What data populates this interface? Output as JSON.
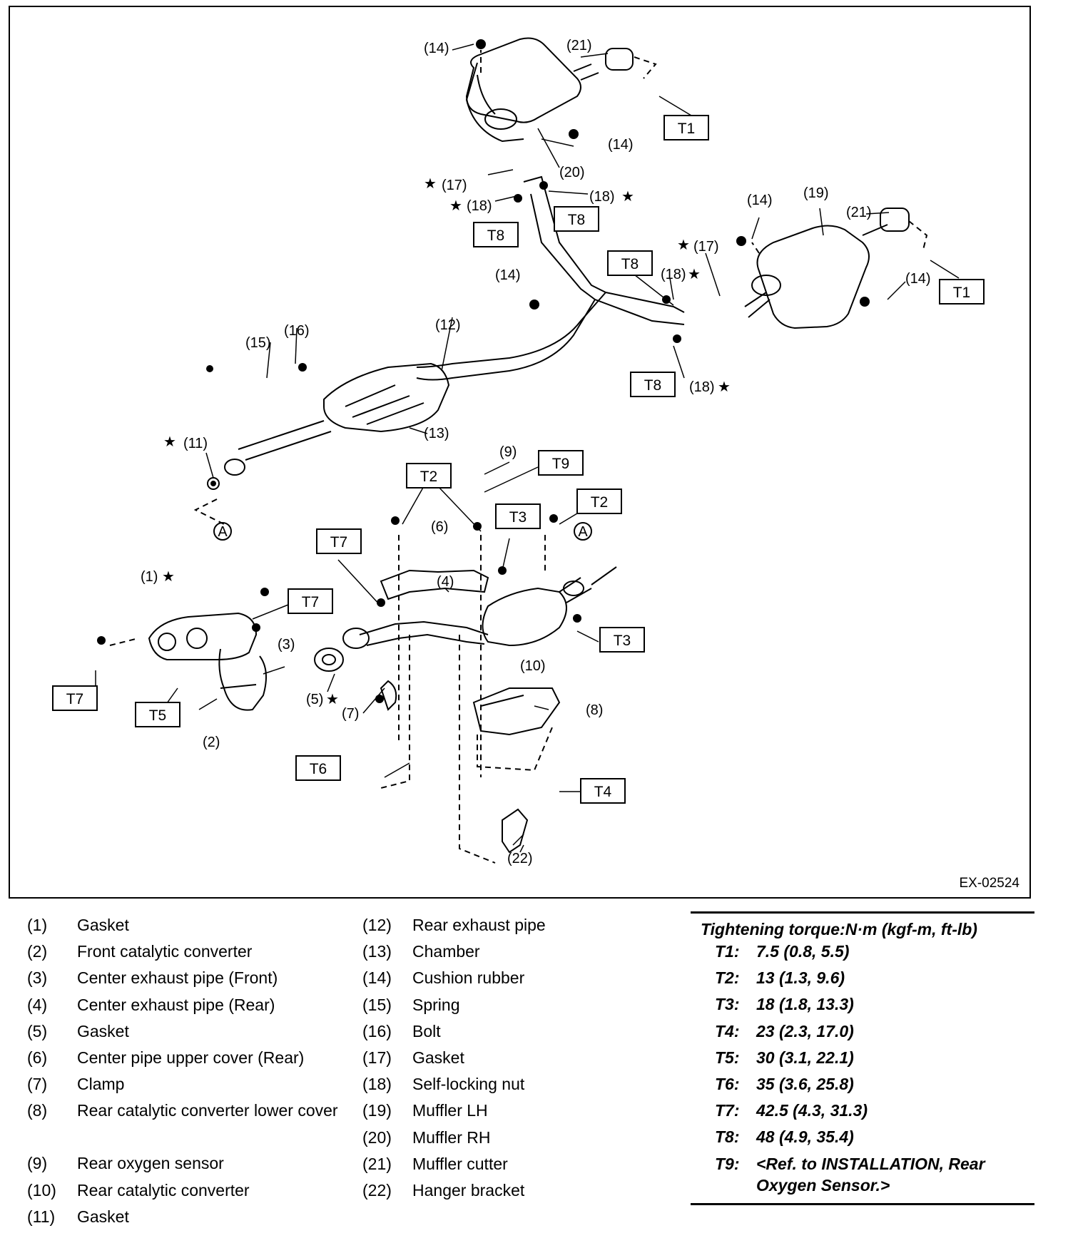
{
  "figure": {
    "code": "EX-02524",
    "part_labels": {
      "p1": "(1)",
      "p2": "(2)",
      "p3": "(3)",
      "p4": "(4)",
      "p5": "(5)",
      "p6": "(6)",
      "p7": "(7)",
      "p8": "(8)",
      "p9": "(9)",
      "p10": "(10)",
      "p11": "(11)",
      "p12": "(12)",
      "p13": "(13)",
      "p14": "(14)",
      "p15": "(15)",
      "p16": "(16)",
      "p17": "(17)",
      "p18": "(18)",
      "p19": "(19)",
      "p20": "(20)",
      "p21": "(21)",
      "p22": "(22)"
    },
    "torque_boxes": {
      "t1": "T1",
      "t2": "T2",
      "t3": "T3",
      "t4": "T4",
      "t5": "T5",
      "t6": "T6",
      "t7": "T7",
      "t8": "T8",
      "t9": "T9"
    },
    "ref_mark": "A",
    "star_mark": "★"
  },
  "legend_left": [
    {
      "num": "(1)",
      "name": "Gasket"
    },
    {
      "num": "(2)",
      "name": "Front catalytic converter"
    },
    {
      "num": "(3)",
      "name": "Center exhaust pipe (Front)"
    },
    {
      "num": "(4)",
      "name": "Center exhaust pipe (Rear)"
    },
    {
      "num": "(5)",
      "name": "Gasket"
    },
    {
      "num": "(6)",
      "name": "Center pipe upper cover (Rear)"
    },
    {
      "num": "(7)",
      "name": "Clamp"
    },
    {
      "num": "(8)",
      "name": "Rear catalytic converter lower cover"
    },
    {
      "num": "(9)",
      "name": "Rear oxygen sensor"
    },
    {
      "num": "(10)",
      "name": "Rear catalytic converter"
    },
    {
      "num": "(11)",
      "name": "Gasket"
    }
  ],
  "legend_right": [
    {
      "num": "(12)",
      "name": "Rear exhaust pipe"
    },
    {
      "num": "(13)",
      "name": "Chamber"
    },
    {
      "num": "(14)",
      "name": "Cushion rubber"
    },
    {
      "num": "(15)",
      "name": "Spring"
    },
    {
      "num": "(16)",
      "name": "Bolt"
    },
    {
      "num": "(17)",
      "name": "Gasket"
    },
    {
      "num": "(18)",
      "name": "Self-locking nut"
    },
    {
      "num": "(19)",
      "name": "Muffler LH"
    },
    {
      "num": "(20)",
      "name": "Muffler RH"
    },
    {
      "num": "(21)",
      "name": "Muffler cutter"
    },
    {
      "num": "(22)",
      "name": "Hanger bracket"
    }
  ],
  "torque_table": {
    "heading": "Tightening torque:N·m (kgf-m, ft-lb)",
    "rows": [
      {
        "key": "T1:",
        "value": "7.5 (0.8, 5.5)"
      },
      {
        "key": "T2:",
        "value": "13 (1.3, 9.6)"
      },
      {
        "key": "T3:",
        "value": "18 (1.8, 13.3)"
      },
      {
        "key": "T4:",
        "value": "23 (2.3, 17.0)"
      },
      {
        "key": "T5:",
        "value": "30 (3.1, 22.1)"
      },
      {
        "key": "T6:",
        "value": "35 (3.6, 25.8)"
      },
      {
        "key": "T7:",
        "value": "42.5 (4.3, 31.3)"
      },
      {
        "key": "T8:",
        "value": "48 (4.9, 35.4)"
      },
      {
        "key": "T9:",
        "value": "<Ref. to INSTALLATION, Rear Oxygen Sensor.>"
      }
    ]
  }
}
